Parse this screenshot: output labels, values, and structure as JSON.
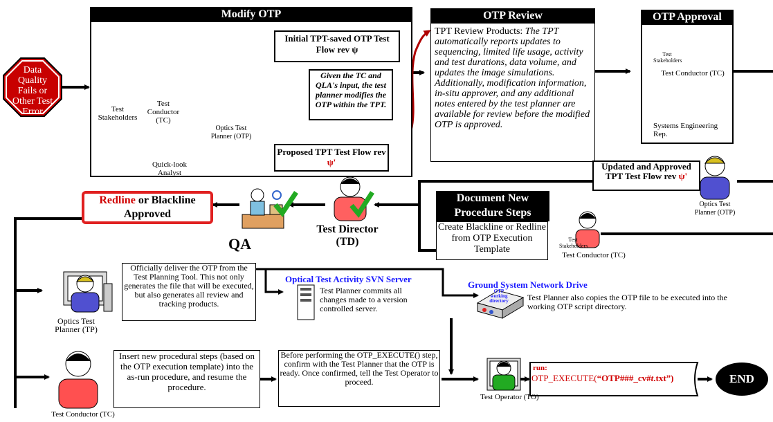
{
  "stop_sign": {
    "text": "Data Quality Fails or Other Test Error"
  },
  "modify_otp": {
    "title": "Modify OTP",
    "test_stakeholders": "Test Stakeholders",
    "test_conductor": "Test Conductor (TC)",
    "quick_look": "Quick-look Analyst",
    "otp_planner": "Optics Test Planner (OTP)",
    "initial_callout": "Initial TPT-saved OTP Test Flow rev ψ",
    "screenshot_note": "Given the TC and QLA's input, the test planner modifies the OTP within the TPT.",
    "proposed_prefix": "Proposed TPT Test Flow rev ",
    "proposed_psi": "ψ'"
  },
  "otp_review": {
    "title": "OTP Review",
    "lead": "TPT Review Products: ",
    "body": "The TPT automatically reports updates to sequencing, limited life usage, activity and test durations, data volume, and updates the image simulations. Additionally, modification information, in-situ approver, and any additional notes entered by the test planner are available for review before the modified OTP is approved."
  },
  "otp_approval": {
    "title": "OTP Approval",
    "stakeholders": "Test Stakeholders",
    "test_conductor": "Test Conductor (TC)",
    "systems_eng": "Systems Engineering Rep."
  },
  "updated_approved": {
    "prefix": "Updated and Approved TPT Test Flow rev ",
    "psi": "ψ'",
    "planner": "Optics Test Planner (OTP)"
  },
  "document_new": {
    "title": "Document New Procedure Steps",
    "body": "Create Blackline or Redline from OTP Execution Template",
    "stakeholders": "Test Stakeholders",
    "test_conductor": "Test Conductor (TC)"
  },
  "test_director": {
    "label": "Test Director (TD)"
  },
  "qa": {
    "label": "QA"
  },
  "redline": {
    "red": "Redline",
    "rest": " or Blackline Approved"
  },
  "deliver": {
    "text": "Officially deliver the OTP from the Test Planning Tool. This not only generates the file that will be executed, but also generates all review and tracking products.",
    "planner": "Optics Test Planner (TP)"
  },
  "svn": {
    "title": "Optical Test Activity SVN Server",
    "text": "Test Planner commits all changes made to a version controlled server."
  },
  "network": {
    "title": "Ground System Network Drive",
    "drive_label": "OTP working directory",
    "text": "Test Planner also copies the OTP file to be executed into the working OTP script directory."
  },
  "insert": {
    "text": "Insert new procedural steps (based on the OTP execution template) into the as-run procedure, and resume the procedure.",
    "conductor": "Test Conductor (TC)"
  },
  "before": {
    "text": "Before performing the OTP_EXECUTE() step, confirm with the Test Planner that the OTP is ready. Once confirmed, tell the Test Operator to proceed."
  },
  "operator": {
    "label": "Test Operator (TO)"
  },
  "run": {
    "label": "run:",
    "cmd_pre": "OTP_EXECUTE(",
    "cmd_bold": "“OTP###_cv#",
    "cmd_italic": "t",
    "cmd_post": ".txt”)"
  },
  "end": {
    "label": "END"
  }
}
